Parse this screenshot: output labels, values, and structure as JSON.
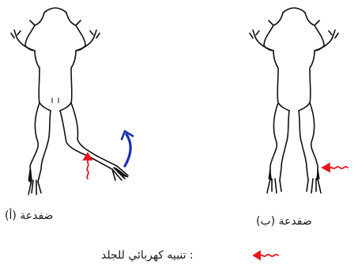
{
  "frog_a": {
    "caption": "ضفدعة (أ)"
  },
  "frog_b": {
    "caption": "ضفدعة (ب)"
  },
  "legend": {
    "text": ": تنبيه كهربائي للجلد"
  },
  "colors": {
    "stimulus": "#e8141c",
    "movement": "#1b2fb0",
    "outline": "#111111"
  },
  "icons": {
    "stimulus": "squiggle-arrow-icon",
    "movement": "curved-arrow-icon"
  }
}
